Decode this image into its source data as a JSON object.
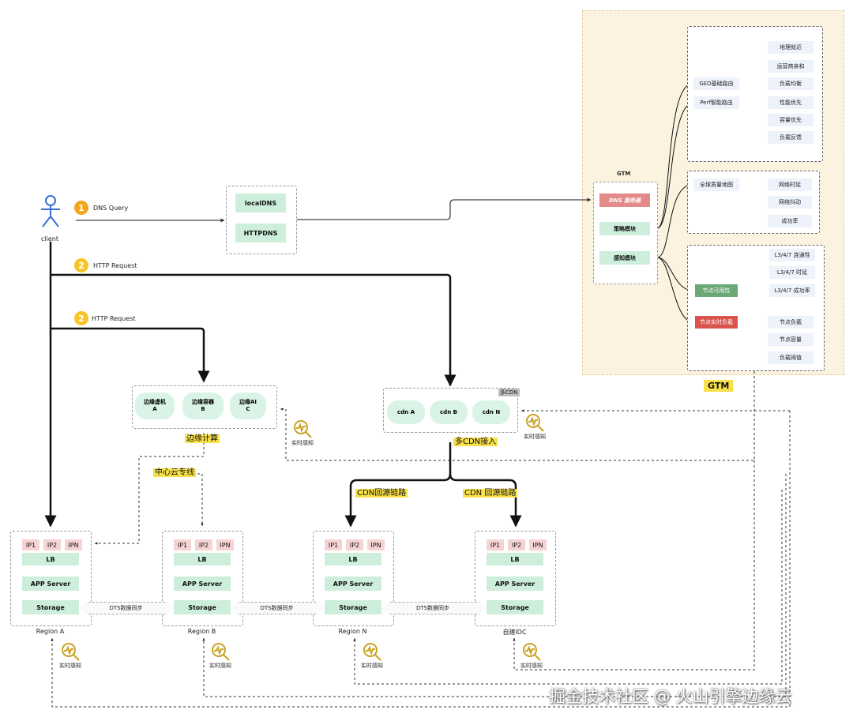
{
  "client": {
    "label": "client"
  },
  "steps": [
    {
      "num": "1",
      "label": "DNS Query"
    },
    {
      "num": "2",
      "label": "HTTP Request"
    },
    {
      "num": "2",
      "label": "HTTP Request"
    }
  ],
  "dns": {
    "items": [
      "localDNS",
      "HTTPDNS"
    ]
  },
  "gtm": {
    "title": "GTM",
    "inner_title": "GTM",
    "modules": [
      "DNS 服务器",
      "策略模块",
      "感知模块"
    ],
    "routing": {
      "geo": {
        "label": "GEO基础路由",
        "leaves": [
          "地理就近",
          "运营商亲和",
          "负载均衡"
        ]
      },
      "perf": {
        "label": "Perf智能路由",
        "leaves": [
          "性能优先",
          "容量优先",
          "负载反馈"
        ]
      }
    },
    "quality": {
      "label": "全球质量地图",
      "leaves": [
        "网络时延",
        "网络抖动",
        "成功率"
      ]
    },
    "nodes": {
      "availability": {
        "label": "节点可用性",
        "leaves": [
          "L3/4/7 连通性",
          "L3/4/7 时延",
          "L3/4/7 成功率"
        ]
      },
      "load": {
        "label": "节点实时负载",
        "leaves": [
          "节点负载",
          "节点容量",
          "负载阈值"
        ]
      }
    }
  },
  "edge": {
    "items": [
      {
        "line1": "边缘虚机",
        "line2": "A"
      },
      {
        "line1": "边缘容器",
        "line2": "B"
      },
      {
        "line1": "边缘AI",
        "line2": "C"
      }
    ],
    "label": "边缘计算",
    "private_line": "中心云专线"
  },
  "cdn": {
    "items": [
      "cdn A",
      "cdn B",
      "cdn N"
    ],
    "tag": "多CDN",
    "label": "多CDN接入",
    "links": [
      "CDN回源链路",
      "CDN 回源链路"
    ]
  },
  "sense_label": "实时感知",
  "regions": [
    {
      "name": "Region A",
      "ips": [
        "IP1",
        "IP2",
        "IPN"
      ],
      "lb": "LB",
      "app": "APP Server",
      "storage": "Storage"
    },
    {
      "name": "Region B",
      "ips": [
        "IP1",
        "IP2",
        "IPN"
      ],
      "lb": "LB",
      "app": "APP Server",
      "storage": "Storage"
    },
    {
      "name": "Region N",
      "ips": [
        "IP1",
        "IP2",
        "IPN"
      ],
      "lb": "LB",
      "app": "APP Server",
      "storage": "Storage"
    },
    {
      "name": "自建IDC",
      "ips": [
        "IP1",
        "IP2",
        "IPN"
      ],
      "lb": "LB",
      "app": "APP Server",
      "storage": "Storage"
    }
  ],
  "sync_labels": [
    "DTS数据同步",
    "DTS数据同步",
    "DTS数据同步"
  ],
  "watermark": "掘金技术社区 @ 火山引擎边缘云",
  "colors": {
    "accent_yellow": "#f7e04a",
    "green_box": "#cdeedb",
    "red_box": "#f6d3d3",
    "gtm_bg": "#fbf3e0"
  }
}
